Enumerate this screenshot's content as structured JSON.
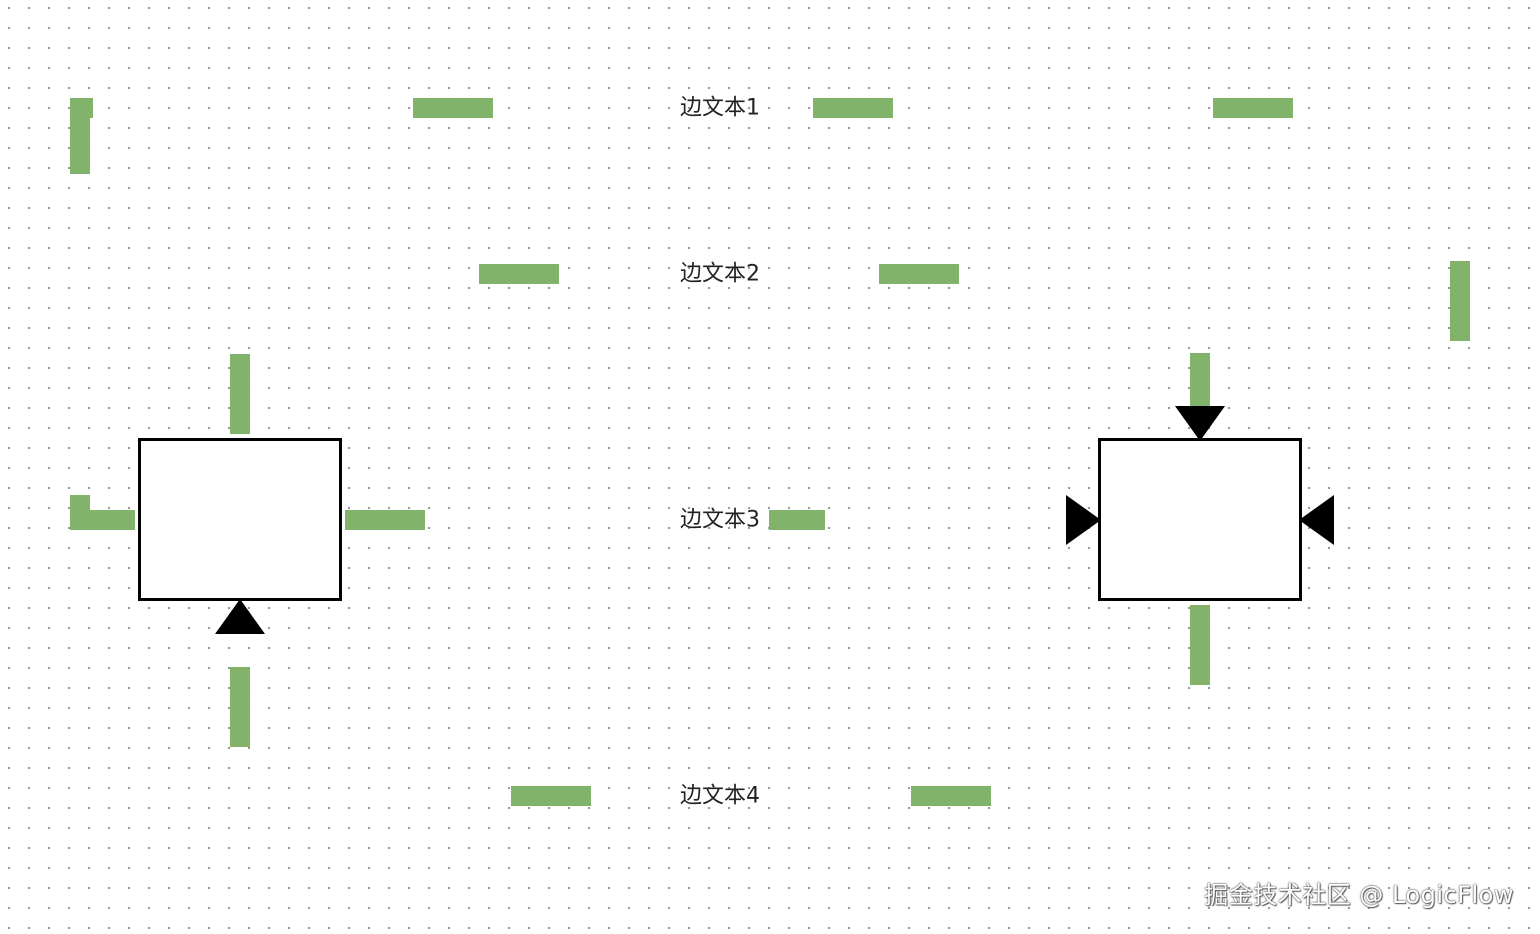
{
  "edges": [
    {
      "id": "edge-1",
      "label": "边文本1"
    },
    {
      "id": "edge-2",
      "label": "边文本2"
    },
    {
      "id": "edge-3",
      "label": "边文本3"
    },
    {
      "id": "edge-4",
      "label": "边文本4"
    }
  ],
  "colors": {
    "edge_stroke": "#82b36b",
    "node_border": "#000000",
    "node_fill": "#ffffff",
    "arrow": "#000000",
    "grid_dot": "#9a9a9a"
  },
  "watermark": "掘金技术社区 @ LogicFlow"
}
